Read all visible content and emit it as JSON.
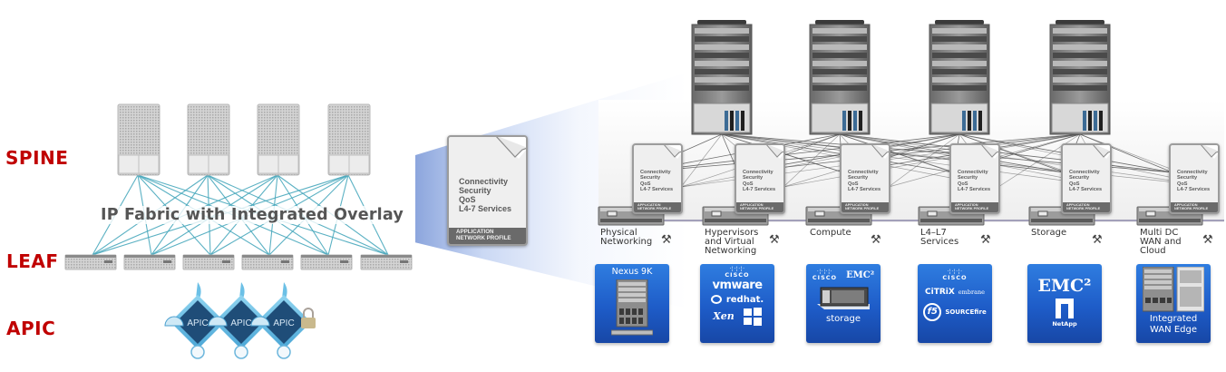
{
  "left_diagram": {
    "layers": {
      "spine": "SPINE",
      "leaf": "LEAF",
      "apic": "APIC"
    },
    "overlay_caption": "IP Fabric with Integrated Overlay",
    "apic_nodes": [
      "APIC",
      "APIC",
      "APIC"
    ],
    "spine_count": 4,
    "leaf_count": 6,
    "link_color": "#4aa9bd",
    "label_color": "#c00000"
  },
  "profile": {
    "lines": [
      "Connectivity",
      "Security",
      "QoS",
      "L4-7 Services"
    ],
    "footer": [
      "APPLICATION",
      "NETWORK PROFILE"
    ]
  },
  "right_diagram": {
    "spine_count": 4,
    "categories": [
      {
        "label_lines": [
          "Physical",
          "Networking"
        ],
        "tile": {
          "title": "Nexus 9K",
          "logos": []
        }
      },
      {
        "label_lines": [
          "Hypervisors",
          "and Virtual",
          "Networking"
        ],
        "tile": {
          "title": "",
          "logos": [
            "cisco",
            "vmware",
            "redhat",
            "Xen",
            "windows"
          ]
        }
      },
      {
        "label_lines": [
          "Compute"
        ],
        "tile": {
          "title": "storage",
          "logos": [
            "cisco",
            "EMC"
          ]
        }
      },
      {
        "label_lines": [
          "L4–L7",
          "Services"
        ],
        "tile": {
          "title": "",
          "logos": [
            "cisco",
            "CITRIX",
            "embrane",
            "f5",
            "SOURCEfire"
          ]
        }
      },
      {
        "label_lines": [
          "Storage"
        ],
        "tile": {
          "title": "",
          "logos": [
            "EMC",
            "NetApp"
          ]
        }
      },
      {
        "label_lines": [
          "Multi DC",
          "WAN and",
          "Cloud"
        ],
        "tile": {
          "title": "Integrated WAN Edge",
          "logos": []
        }
      }
    ],
    "logo_text": {
      "cisco_bars": "·¦·¦·¦·",
      "cisco": "CISCO",
      "vmware": "vmware",
      "redhat": "redhat.",
      "xen": "Xen",
      "emc": "EMC²",
      "citrix": "CiTRiX",
      "embrane": "embrane",
      "f5": "f5",
      "sourcefire": "SOURCEfire",
      "netapp": "NetApp",
      "nexus": "Nexus 9K",
      "storage": "storage",
      "wan_edge": "Integrated WAN Edge"
    },
    "tile_color": "#1e5cc8"
  }
}
